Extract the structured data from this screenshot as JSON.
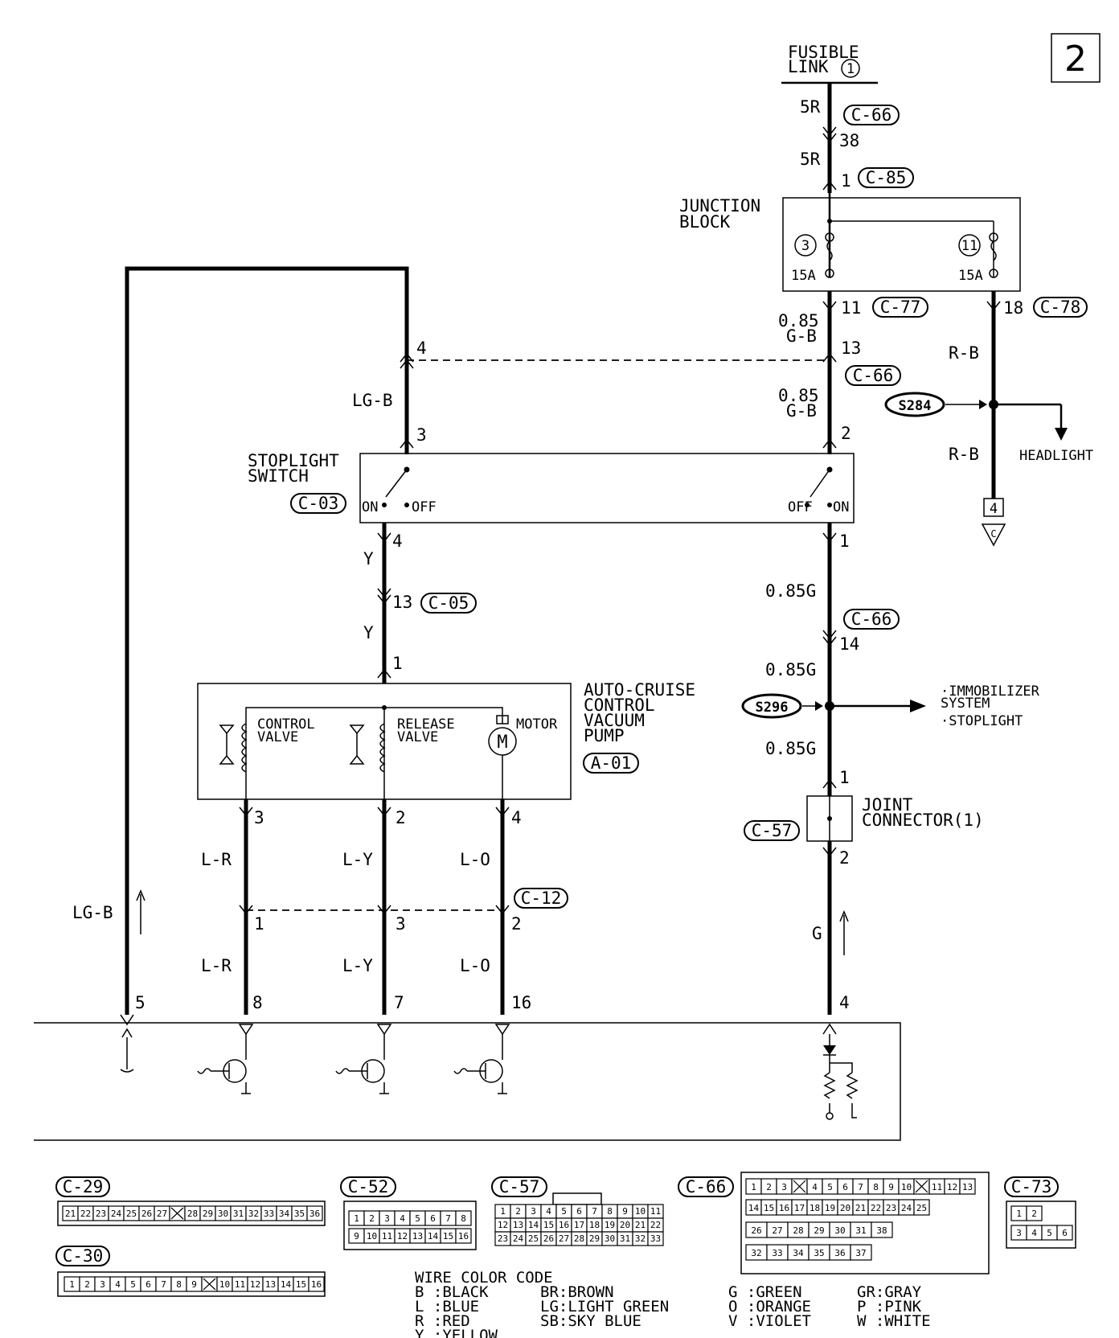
{
  "page_number": "2",
  "power": {
    "fusible_link": "FUSIBLE\nLINK",
    "fusible_link_num": "1"
  },
  "connectors": {
    "c66": "C-66",
    "c85": "C-85",
    "c77": "C-77",
    "c78": "C-78",
    "c03": "C-03",
    "c05": "C-05",
    "a01": "A-01",
    "c12": "C-12",
    "c57": "C-57"
  },
  "wires": {
    "w_5r": "5R",
    "w_g_b": "0.85\nG-B",
    "w_lg_b": "LG-B",
    "w_y": "Y",
    "w_085g": "0.85G",
    "w_r_b": "R-B",
    "w_l_r": "L-R",
    "w_l_y": "L-Y",
    "w_l_o": "L-O",
    "w_g": "G"
  },
  "pins": {
    "p38": "38",
    "p1": "1",
    "p11": "11",
    "p18": "18",
    "p13": "13",
    "p2": "2",
    "p4": "4",
    "p3": "3",
    "p14": "14",
    "p5": "5",
    "p8": "8",
    "p7": "7",
    "p16": "16"
  },
  "junction_block": {
    "label": "JUNCTION\nBLOCK",
    "fuse_a_num": "3",
    "fuse_a_rating": "15A",
    "fuse_b_num": "11",
    "fuse_b_rating": "15A"
  },
  "stoplight_switch": {
    "label": "STOPLIGHT\nSWITCH",
    "on": "ON",
    "off": "OFF"
  },
  "pump": {
    "label": "AUTO-CRUISE\nCONTROL\nVACUUM\nPUMP",
    "control_valve": "CONTROL\nVALVE",
    "release_valve": "RELEASE\nVALVE",
    "motor": "MOTOR",
    "motor_symbol": "M"
  },
  "splices": {
    "s284": "S284",
    "s296": "S296"
  },
  "headlight": "HEADLIGHT",
  "immobilizer": "·IMMOBILIZER\n SYSTEM\n·STOPLIGHT",
  "joint_connector": "JOINT\nCONNECTOR(1)",
  "ref_box": {
    "num": "4",
    "letter": "C"
  },
  "connector_views": {
    "c29": {
      "label": "C-29",
      "pins": [
        "21",
        "22",
        "23",
        "24",
        "25",
        "26",
        "27",
        "×",
        "28",
        "29",
        "30",
        "31",
        "32",
        "33",
        "34",
        "35",
        "36"
      ]
    },
    "c30": {
      "label": "C-30",
      "pins": [
        "1",
        "2",
        "3",
        "4",
        "5",
        "6",
        "7",
        "8",
        "9",
        "×",
        "10",
        "11",
        "12",
        "13",
        "14",
        "15",
        "16"
      ]
    },
    "c52": {
      "label": "C-52",
      "row1": [
        "1",
        "2",
        "3",
        "4",
        "5",
        "6",
        "7",
        "8"
      ],
      "row2": [
        "9",
        "10",
        "11",
        "12",
        "13",
        "14",
        "15",
        "16"
      ]
    },
    "c57": {
      "label": "C-57",
      "row1": [
        "1",
        "2",
        "3",
        "4",
        "5",
        "6",
        "7",
        "8",
        "9",
        "10",
        "11"
      ],
      "row2": [
        "12",
        "13",
        "14",
        "15",
        "16",
        "17",
        "18",
        "19",
        "20",
        "21",
        "22"
      ],
      "row3": [
        "23",
        "24",
        "25",
        "26",
        "27",
        "28",
        "29",
        "30",
        "31",
        "32",
        "33"
      ]
    },
    "c66": {
      "label": "C-66",
      "row1": [
        "1",
        "2",
        "3",
        "×",
        "4",
        "5",
        "6",
        "7",
        "8",
        "9",
        "10",
        "×",
        "11",
        "12",
        "13"
      ],
      "row2": [
        "14",
        "15",
        "16",
        "17",
        "18",
        "19",
        "20",
        "21",
        "22",
        "23",
        "24",
        "25"
      ],
      "row3": [
        "26",
        "27",
        "28",
        "29",
        "30",
        "31",
        "38"
      ],
      "row4": [
        "32",
        "33",
        "34",
        "35",
        "36",
        "37"
      ]
    },
    "c73": {
      "label": "C-73",
      "row1": [
        "1",
        "2"
      ],
      "row2": [
        "3",
        "4",
        "5",
        "6"
      ]
    }
  },
  "wire_color_code": {
    "title": "WIRE COLOR CODE",
    "col1": [
      "B :BLACK",
      "L :BLUE",
      "R :RED",
      "Y :YELLOW"
    ],
    "col2": [
      "BR:BROWN",
      "LG:LIGHT GREEN",
      "SB:SKY BLUE"
    ],
    "col3": [
      "G :GREEN",
      "O :ORANGE",
      "V :VIOLET"
    ],
    "col4": [
      "GR:GRAY",
      "P :PINK",
      "W :WHITE"
    ]
  }
}
